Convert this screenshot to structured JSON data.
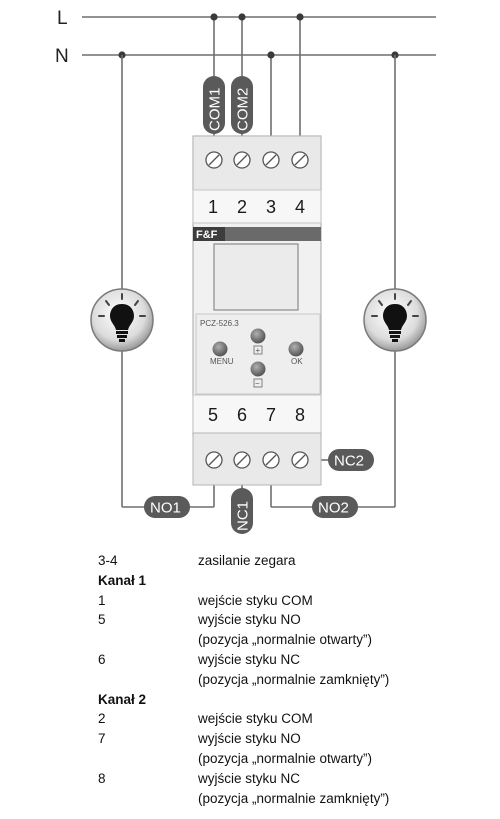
{
  "bus_labels": {
    "l": "L",
    "n": "N"
  },
  "terminal_numbers_top": [
    "1",
    "2",
    "3",
    "4"
  ],
  "terminal_numbers_bottom": [
    "5",
    "6",
    "7",
    "8"
  ],
  "wire_labels": {
    "com1": "COM1",
    "com2": "COM2",
    "no1": "NO1",
    "nc1": "NC1",
    "no2": "NO2",
    "nc2": "NC2"
  },
  "device": {
    "brand": "F&F",
    "model": "PCZ-526.3",
    "buttons": {
      "menu": "MENU",
      "ok": "OK",
      "plus": "+",
      "minus": "−"
    }
  },
  "legend": [
    {
      "key": "3-4",
      "value": "zasilanie zegara"
    },
    {
      "heading": "Kanał 1"
    },
    {
      "key": "1",
      "value": "wejście styku COM"
    },
    {
      "key": "5",
      "value": "wyjście styku NO"
    },
    {
      "key": "",
      "value": "(pozycja „normalnie otwarty”)"
    },
    {
      "key": "6",
      "value": "wyjście styku NC"
    },
    {
      "key": "",
      "value": "(pozycja „normalnie zamknięty”)"
    },
    {
      "heading": "Kanał 2"
    },
    {
      "key": "2",
      "value": "wejście styku COM"
    },
    {
      "key": "7",
      "value": "wyjście styku NO"
    },
    {
      "key": "",
      "value": "(pozycja „normalnie otwarty”)"
    },
    {
      "key": "8",
      "value": "wyjście styku NC"
    },
    {
      "key": "",
      "value": "(pozycja „normalnie zamknięty”)"
    }
  ]
}
